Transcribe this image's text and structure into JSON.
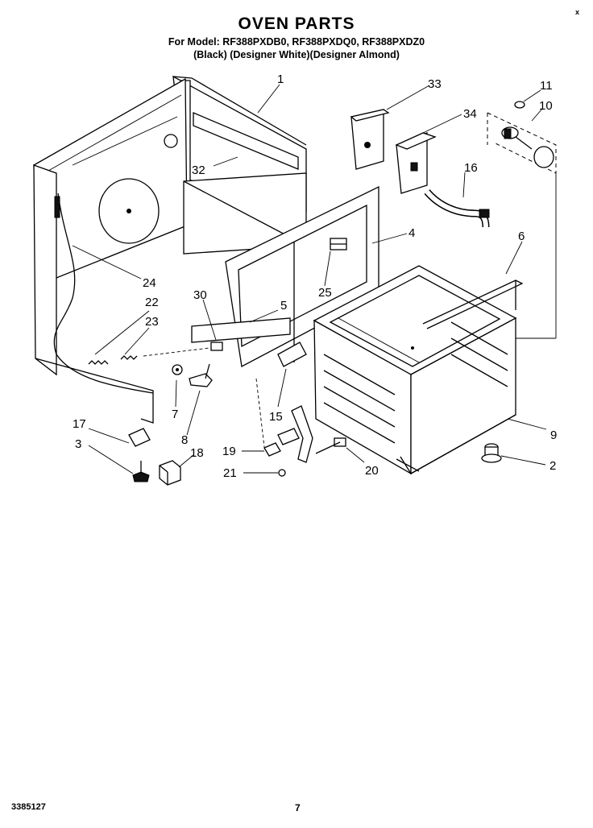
{
  "header": {
    "title": "OVEN PARTS",
    "models": "For Model: RF388PXDB0, RF388PXDQ0, RF388PXDZ0",
    "variants": "(Black)   (Designer White)(Designer Almond)"
  },
  "corner_mark": "x",
  "callouts": [
    "1",
    "2",
    "3",
    "4",
    "5",
    "6",
    "7",
    "8",
    "9",
    "10",
    "11",
    "15",
    "16",
    "17",
    "18",
    "19",
    "20",
    "21",
    "22",
    "23",
    "24",
    "25",
    "30",
    "32",
    "33",
    "34"
  ],
  "footer": {
    "doc_code": "3385127",
    "page": "7"
  }
}
